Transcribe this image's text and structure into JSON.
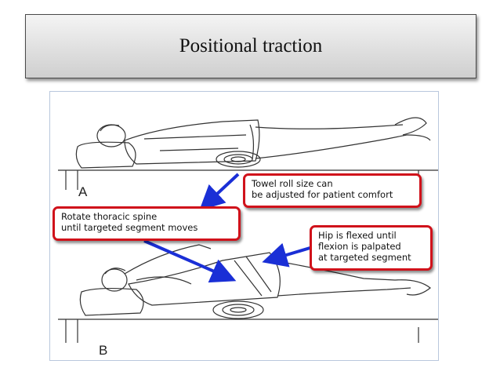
{
  "slide": {
    "title": "Positional traction"
  },
  "figure": {
    "label_a": "A",
    "label_b": "B",
    "callouts": {
      "towel_roll": "Towel roll size can\nbe adjusted for patient comfort",
      "rotate_spine": "Rotate thoracic spine\nuntil targeted segment moves",
      "hip_flexed": "Hip is flexed until\nflexion is palpated\nat targeted segment"
    },
    "colors": {
      "callout_border": "#d0121b",
      "arrow": "#1a2fd6"
    }
  }
}
